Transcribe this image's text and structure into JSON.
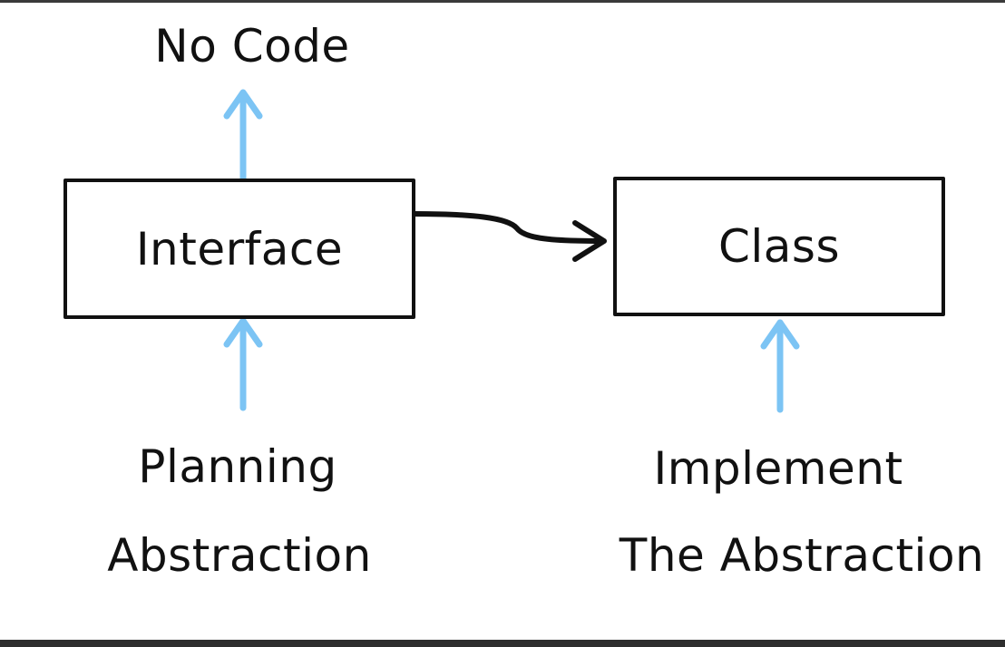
{
  "diagram": {
    "nodes": {
      "interface": {
        "label": "Interface"
      },
      "class": {
        "label": "Class"
      }
    },
    "annotations": {
      "no_code": "No Code",
      "planning_line1": "Planning",
      "planning_line2": "Abstraction",
      "implement_line1": "Implement",
      "implement_line2": "The Abstraction"
    },
    "colors": {
      "arrow_blue": "#7cc4f4",
      "connector": "#111111",
      "box_border": "#111111"
    }
  }
}
